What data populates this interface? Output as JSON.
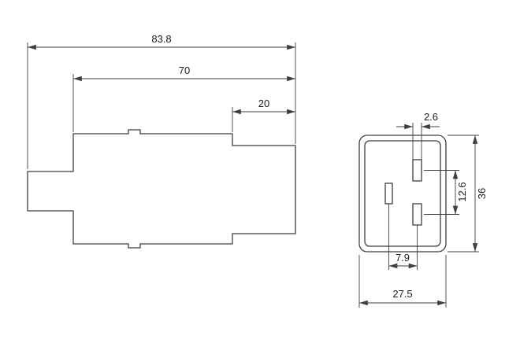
{
  "drawing": {
    "side_view": {
      "dim_overall_length": "83.8",
      "dim_body_length": "70",
      "dim_front_length": "20"
    },
    "front_view": {
      "dim_slot_width": "2.6",
      "dim_right_slot_pitch": "12.6",
      "dim_height": "36",
      "dim_slot_offset": "7.9",
      "dim_width": "27.5"
    }
  }
}
